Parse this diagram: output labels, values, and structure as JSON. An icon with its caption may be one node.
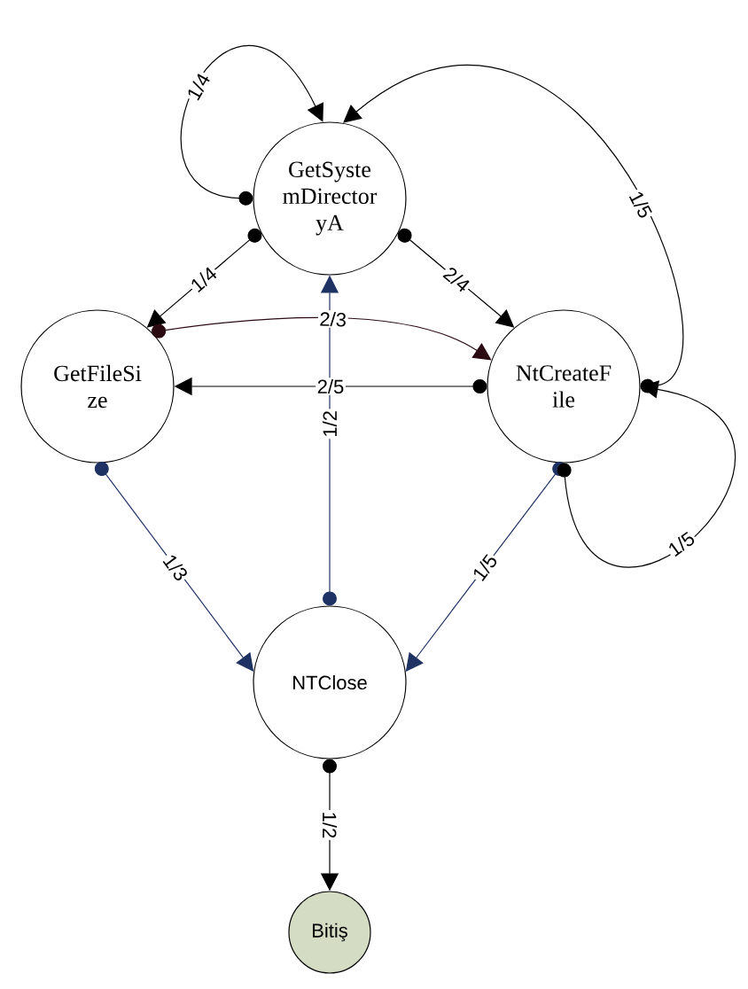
{
  "diagram": {
    "nodes": [
      {
        "text": [
          "GetSyste mDirector yA"
        ]
      },
      {
        "text": [
          "GetFileSi ze"
        ]
      },
      {
        "text": [
          "NtCreateF ile"
        ]
      },
      {
        "text": [
          "NTClose"
        ]
      },
      {
        "text": [
          "Bitiş"
        ]
      }
    ],
    "edges": [
      {
        "from": 0,
        "to": 0,
        "arrow": "to",
        "label": "1/4"
      },
      {
        "from": 0,
        "to": 1,
        "arrow": "to",
        "label": "1/4"
      },
      {
        "from": 0,
        "to": 2,
        "arrow": "to",
        "label": "2/4"
      },
      {
        "from": 2,
        "to": 0,
        "arrow": "to",
        "label": "1/5"
      },
      {
        "from": 1,
        "to": 2,
        "arrow": "to",
        "label": "2/3",
        "color": "#2b0a12"
      },
      {
        "from": 2,
        "to": 1,
        "arrow": "to",
        "label": "2/5"
      },
      {
        "from": 3,
        "to": 0,
        "arrow": "to",
        "label": "1/2",
        "color": "#1f3264"
      },
      {
        "from": 1,
        "to": 3,
        "arrow": "to",
        "label": "1/3",
        "color": "#1f3264"
      },
      {
        "from": 2,
        "to": 3,
        "arrow": "to",
        "label": "1/5",
        "color": "#1f3264"
      },
      {
        "from": 2,
        "to": 2,
        "arrow": "to",
        "label": "1/5"
      },
      {
        "from": 3,
        "to": 4,
        "arrow": "to",
        "label": "1/2"
      }
    ]
  }
}
